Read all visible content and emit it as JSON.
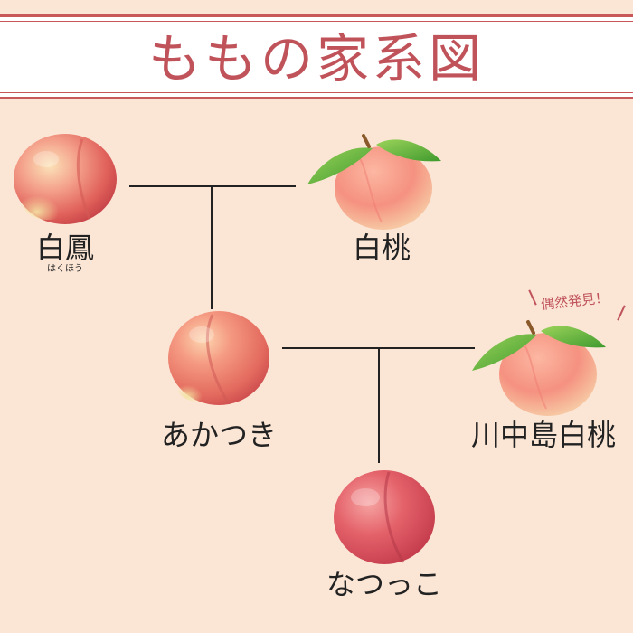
{
  "header": {
    "title": "ももの家系図"
  },
  "nodes": {
    "hakuho": {
      "name": "白鳳",
      "reading": "はくほう"
    },
    "hakuto": {
      "name": "白桃"
    },
    "akatsuki": {
      "name": "あかつき"
    },
    "kawanakajima": {
      "name": "川中島白桃",
      "note": "偶然発見！"
    },
    "natsukko": {
      "name": "なつっこ"
    }
  },
  "colors": {
    "title": "#c0525a",
    "header_border": "#c8575a",
    "background": "#fbe6d6",
    "line": "#222222"
  }
}
